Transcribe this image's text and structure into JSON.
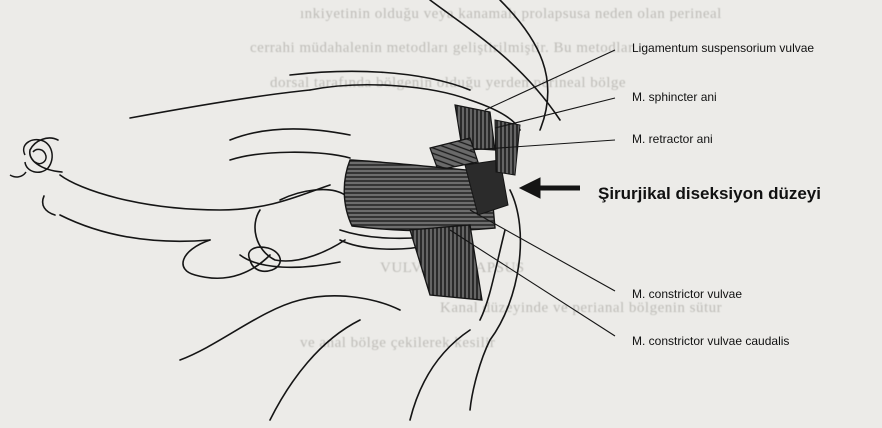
{
  "labels": {
    "ligamentum": "Ligamentum suspensorium vulvae",
    "sphincter": "M. sphincter ani",
    "retractor": "M. retractor ani",
    "dissection": "Şirurjikal diseksiyon düzeyi",
    "constrictor": "M. constrictor vulvae",
    "constrictor_caudalis": "M. constrictor vulvae caudalis"
  },
  "colors": {
    "ink": "#151515",
    "paper": "#ecebe8",
    "muscle_dark": "#3a3a3a",
    "muscle_mid": "#6b6b6b"
  }
}
